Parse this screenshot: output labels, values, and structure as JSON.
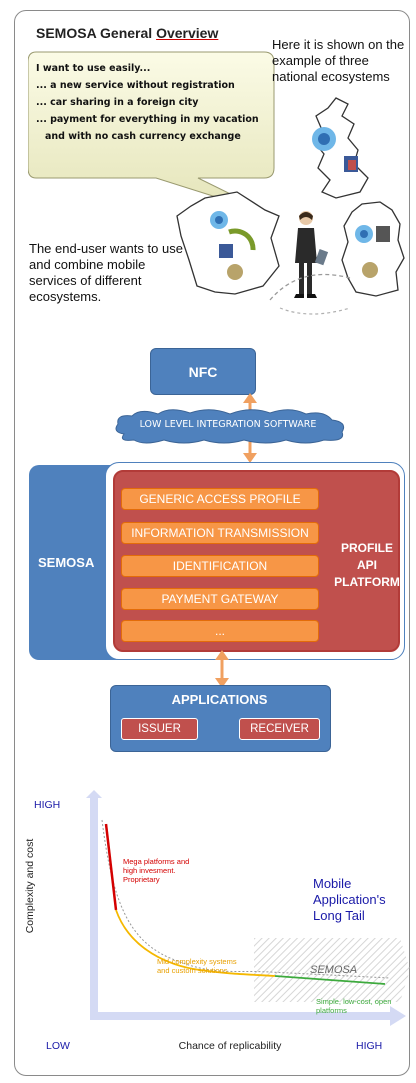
{
  "overview": {
    "title_main": "SEMOSA General ",
    "title_underlined": "Overview",
    "bubble_lines": [
      "I want to use easily...",
      "... a new service without registration",
      "... car sharing in a foreign city",
      "... payment for everything in my vacation",
      "and with no cash currency exchange"
    ],
    "note_right": "Here it is shown on the example of three national ecosystems",
    "end_user_text": "The end-user wants to use and combine mobile services of different ecosystems."
  },
  "architecture": {
    "nfc": "NFC",
    "integration": "LOW LEVEL INTEGRATION SOFTWARE",
    "semosa": "SEMOSA",
    "layers": [
      "GENERIC ACCESS PROFILE",
      "INFORMATION TRANSMISSION",
      "IDENTIFICATION",
      "PAYMENT GATEWAY",
      "..."
    ],
    "platform_lines": [
      "PROFILE",
      "API",
      "PLATFORM"
    ],
    "applications": "APPLICATIONS",
    "issuer": "ISSUER",
    "receiver": "RECEIVER"
  },
  "long_tail": {
    "y_high": "HIGH",
    "y_low": "LOW",
    "x_high": "HIGH",
    "y_axis": "Complexity and cost",
    "x_axis": "Chance of replicability",
    "title": "Mobile Application's Long Tail",
    "segment_high": "Mega platforms and high invesment. Proprietary",
    "segment_mid": "Mid-complexity systems and custom solutions",
    "segment_low": "Simple, low-cost, open platforms",
    "semosa_zone": "SEMOSA",
    "colors": {
      "high": "#d40000",
      "mid": "#f5b800",
      "low": "#3daa3d",
      "axis": "#c8cff0",
      "accent": "#1a1aa8"
    }
  }
}
